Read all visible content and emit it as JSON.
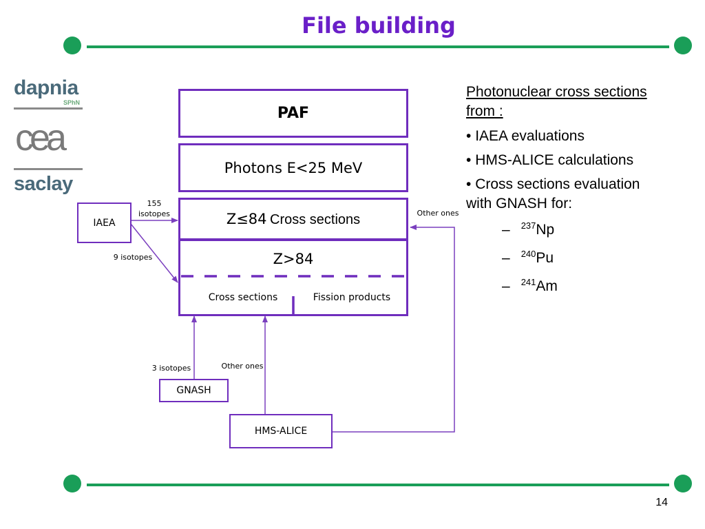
{
  "slide": {
    "title": "File building",
    "page_number": "14"
  },
  "colors": {
    "title": "#6a1fc8",
    "accent_green": "#1a9e58",
    "box_border": "#6f2dbd",
    "arrow": "#7a3fbe"
  },
  "logos": {
    "dapnia": "dapnia",
    "dapnia_sub": "SPhN",
    "cea": "cea",
    "saclay": "saclay"
  },
  "diagram": {
    "paf": "PAF",
    "photons": "Photons E<25 MeV",
    "z_le84_prefix": "Z≤84",
    "z_le84_suffix": "Cross sections",
    "z_gt84": "Z>84",
    "cross_sections": "Cross sections",
    "fission_products": "Fission products",
    "iaea": "IAEA",
    "gnash": "GNASH",
    "hms_alice": "HMS-ALICE",
    "label_155": "155",
    "label_isotopes": "isotopes",
    "label_9_isotopes": "9 isotopes",
    "label_other_ones_right": "Other ones",
    "label_3_isotopes": "3 isotopes",
    "label_other_ones_bottom": "Other ones"
  },
  "notes": {
    "heading_line1": "Photonuclear cross sections",
    "heading_line2": "from :",
    "bullets": [
      "IAEA evaluations",
      "HMS-ALICE calculations",
      "Cross sections evaluation"
    ],
    "bullet3_cont": "with GNASH for:",
    "isotopes": [
      {
        "mass": "237",
        "symbol": "Np"
      },
      {
        "mass": "240",
        "symbol": "Pu"
      },
      {
        "mass": "241",
        "symbol": "Am"
      }
    ],
    "bullet_char": "•",
    "dash_char": "–"
  }
}
